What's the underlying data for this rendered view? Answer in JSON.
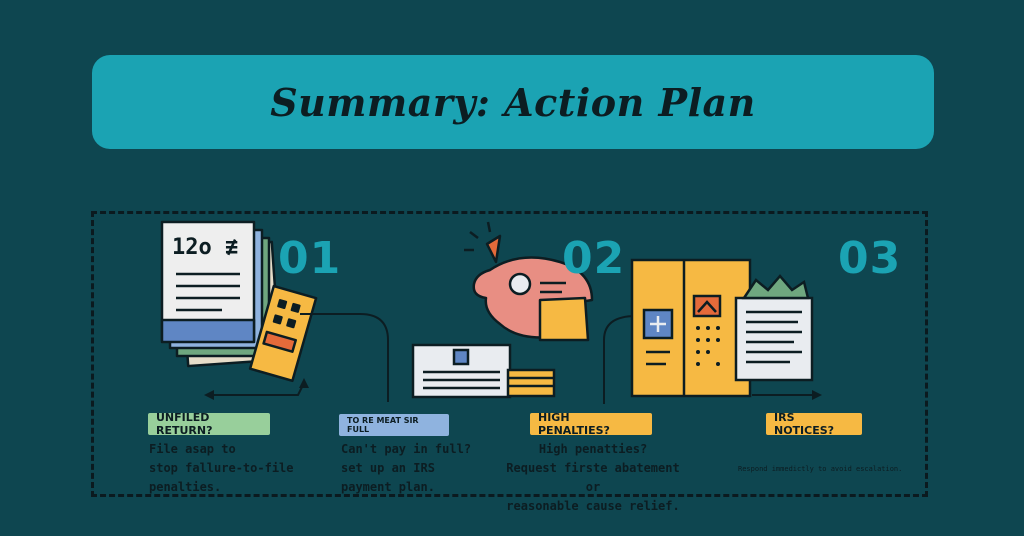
{
  "banner": {
    "title": "Summary: Action Plan"
  },
  "steps": [
    {
      "number": "01",
      "tag": "UNFILED RETURN?",
      "lines": [
        "File asap to",
        "stop fallure-to-file",
        "penalties."
      ],
      "icon_text": "12o ≢"
    },
    {
      "tag": "TO RE MEAT SIR FULL",
      "lines": [
        "Can't pay in full?",
        "set up an IRS",
        "payment plan."
      ]
    },
    {
      "number": "02",
      "tag": "HIGH PENALTIES?",
      "lines": [
        "High penatties?",
        "Request firste abatement or",
        "reasonable cause relief."
      ]
    },
    {
      "number": "03",
      "tag": "IRS NOTICES?",
      "lines": [
        "Respond immedictly to avoid escalation."
      ]
    }
  ],
  "colors": {
    "background": "#0e4650",
    "banner": "#1ba3b3",
    "number": "#1ba3b3",
    "tag_green": "#98cf9b",
    "tag_blue": "#8fb3df",
    "tag_orange": "#f6b943",
    "ink": "#0c1d22"
  },
  "icons": [
    "document-stack-icon",
    "face-profile-icon",
    "newspaper-icon",
    "cabinet-icon",
    "notice-letter-icon"
  ]
}
